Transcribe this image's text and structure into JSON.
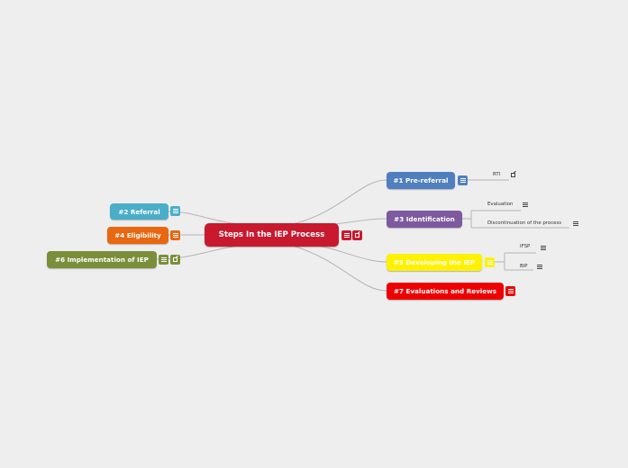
{
  "root": {
    "label": "Steps In the IEP Process",
    "color": "#c8192e"
  },
  "topics": {
    "t1": {
      "label": "#1 Pre-referral",
      "color": "#4f7fbf",
      "text_color": "#ffffff"
    },
    "t2": {
      "label": "#2 Referral",
      "color": "#4aaec9",
      "text_color": "#ffffff"
    },
    "t3": {
      "label": "#3 Identification",
      "color": "#7d5aa0",
      "text_color": "#ffffff"
    },
    "t4": {
      "label": "#4 Eligibility",
      "color": "#e8670f",
      "text_color": "#ffffff"
    },
    "t5": {
      "label": "#5 Developing the IEP",
      "color": "#fff200",
      "text_color": "#ffffff"
    },
    "t6": {
      "label": "#6 Implementation of IEP",
      "color": "#7b8f3a",
      "text_color": "#ffffff"
    },
    "t7": {
      "label": "#7 Evaluations and Reviews",
      "color": "#ee0000",
      "text_color": "#ffffff"
    }
  },
  "subtopics": {
    "rti": "RTI",
    "evaluation": "Evaluation",
    "discontinuation": "Discontinuation of the process",
    "ifsp": "IFSP",
    "bip": "BIP"
  },
  "icons": {
    "note": "note-icon",
    "link": "external-link-icon"
  },
  "colors": {
    "background": "#eeeeee",
    "connector": "#b0b0b0"
  }
}
